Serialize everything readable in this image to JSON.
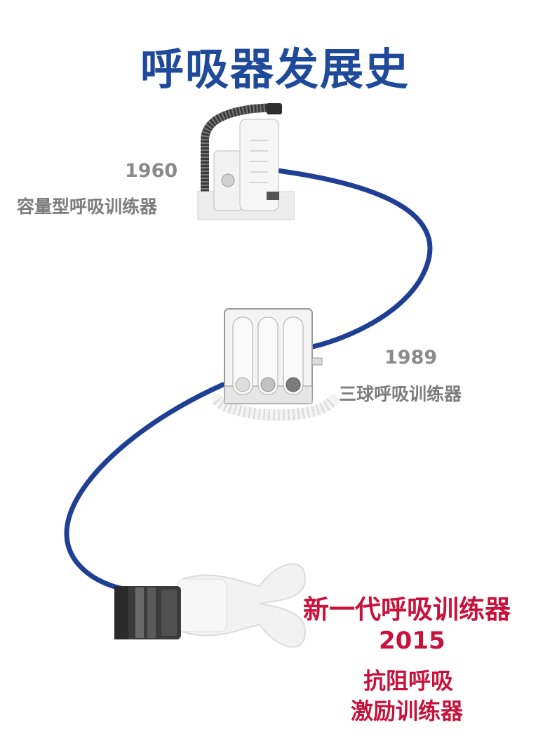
{
  "title": "呼吸器发展史",
  "colors": {
    "title": "#1f4a9a",
    "curve": "#1f3f94",
    "gray_text": "#8a8a8a",
    "red_text": "#c8123c"
  },
  "milestones": [
    {
      "year": "1960",
      "name": "容量型呼吸训练器",
      "icon": "volumetric-spirometer-icon"
    },
    {
      "year": "1989",
      "name": "三球呼吸训练器",
      "icon": "three-ball-trainer-icon"
    },
    {
      "year": "2015",
      "headline": "新一代呼吸训练器",
      "name_line1": "抗阻呼吸",
      "name_line2": "激励训练器",
      "icon": "resistance-trainer-icon"
    }
  ]
}
